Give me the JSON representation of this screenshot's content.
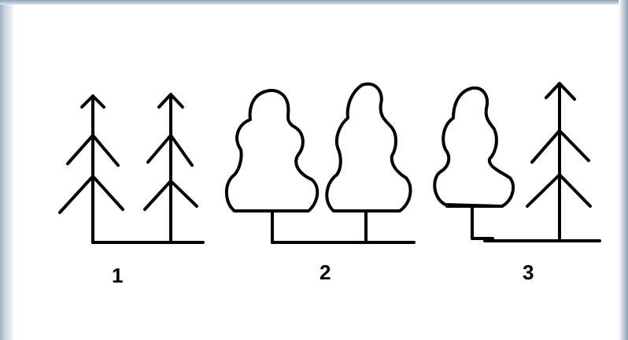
{
  "diagram": {
    "groups": [
      {
        "id": "1",
        "label": "1",
        "trees": [
          "conifer",
          "conifer"
        ]
      },
      {
        "id": "2",
        "label": "2",
        "trees": [
          "deciduous",
          "deciduous"
        ]
      },
      {
        "id": "3",
        "label": "3",
        "trees": [
          "deciduous",
          "conifer"
        ]
      }
    ],
    "colors": {
      "ink": "#000000",
      "background": "#ffffff"
    }
  }
}
